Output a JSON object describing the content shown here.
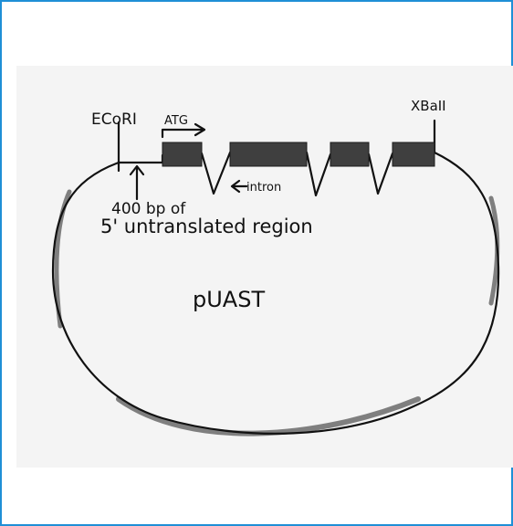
{
  "labels": {
    "ecori": "ECoRI",
    "atg": "ATG",
    "xbaii": "XBaII",
    "intron": "intron",
    "region_line1": "400 bp of",
    "region_line2": "5' untranslated region",
    "plasmid": "pUAST"
  },
  "colors": {
    "frame": "#1f8fd6",
    "paper": "#f4f4f4",
    "ink": "#111111",
    "exon": "#3f3f3f",
    "highlight": "#7f7f7f"
  }
}
